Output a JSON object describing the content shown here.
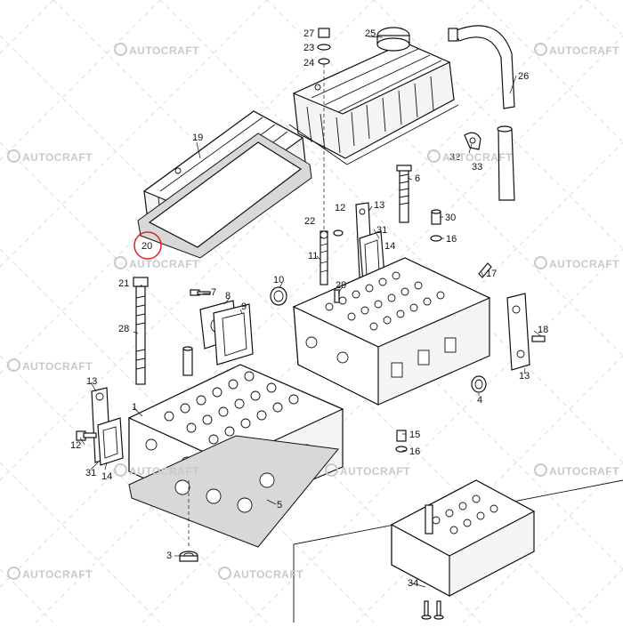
{
  "watermark": {
    "text": "AUTOCRAFT"
  },
  "highlight_color": "#e02020",
  "callouts": {
    "c1": "1",
    "c3": "3",
    "c4": "4",
    "c5": "5",
    "c6": "6",
    "c7": "7",
    "c8": "8",
    "c9": "9",
    "c10": "10",
    "c11": "11",
    "c12": "12",
    "c13a": "13",
    "c13b": "13",
    "c13c": "13",
    "c14a": "14",
    "c14b": "14",
    "c15": "15",
    "c16a": "16",
    "c16b": "16",
    "c17": "17",
    "c18": "18",
    "c19": "19",
    "c20": "20",
    "c21": "21",
    "c22": "22",
    "c23": "23",
    "c24": "24",
    "c25": "25",
    "c26": "26",
    "c27": "27",
    "c28": "28",
    "c29": "29",
    "c30": "30",
    "c31a": "31",
    "c31b": "31",
    "c32": "32",
    "c33": "33",
    "c34": "34"
  }
}
